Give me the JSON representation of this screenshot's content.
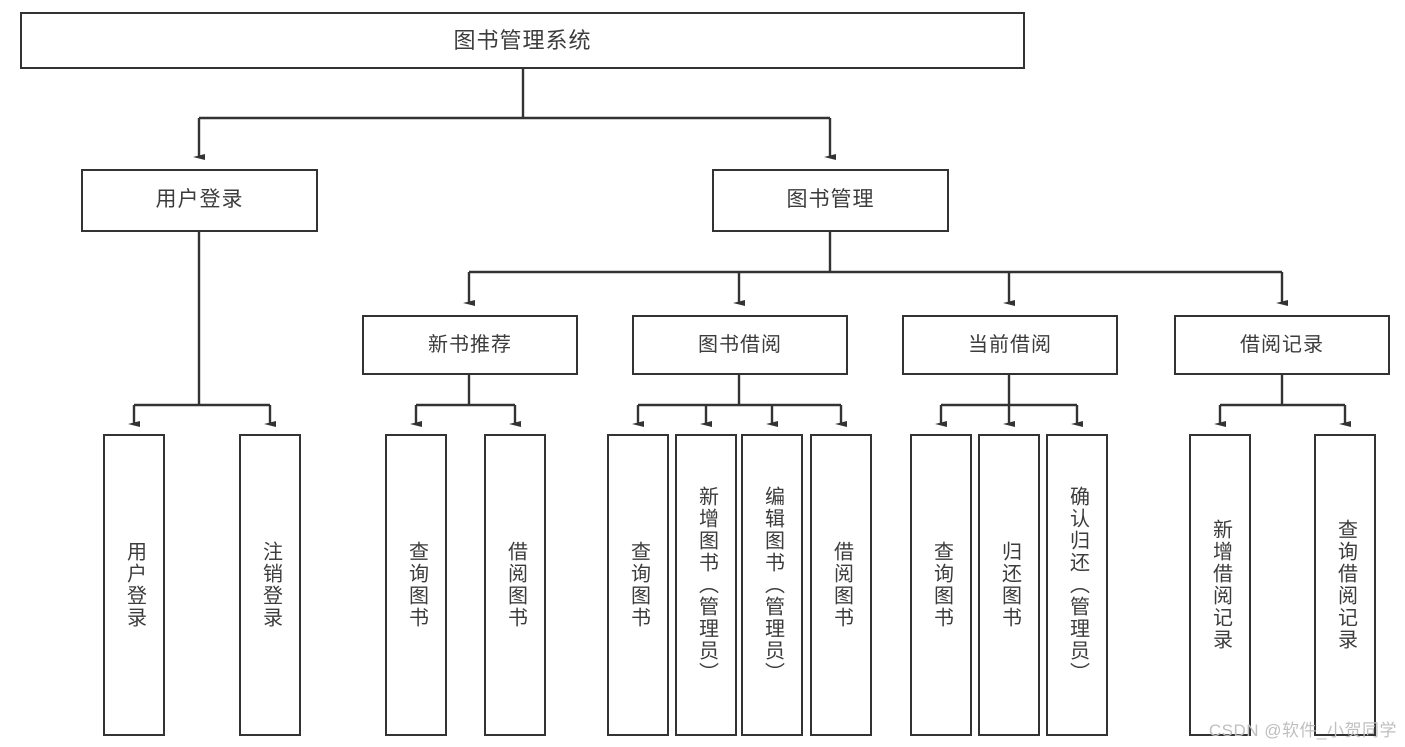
{
  "diagram": {
    "title": "图书管理系统",
    "type": "tree",
    "watermark": "CSDN @软件_小贺同学",
    "colors": {
      "background": "#ffffff",
      "box_border": "#333333",
      "box_fill": "#ffffff",
      "text": "#3c3c3c",
      "connector": "#333333",
      "watermark": "#bfbfbf"
    },
    "nodes": {
      "root": {
        "label": "图书管理系统"
      },
      "level2": [
        {
          "label": "用户登录"
        },
        {
          "label": "图书管理"
        }
      ],
      "level3": [
        {
          "label": "新书推荐"
        },
        {
          "label": "图书借阅"
        },
        {
          "label": "当前借阅"
        },
        {
          "label": "借阅记录"
        }
      ],
      "leaves": {
        "user_login": [
          {
            "label": "用户登录"
          },
          {
            "label": "注销登录"
          }
        ],
        "new_book_recommend": [
          {
            "label": "查询图书"
          },
          {
            "label": "借阅图书"
          }
        ],
        "book_borrow": [
          {
            "label": "查询图书"
          },
          {
            "label": "新增图书（管理员）"
          },
          {
            "label": "编辑图书（管理员）"
          },
          {
            "label": "借阅图书"
          }
        ],
        "current_borrow": [
          {
            "label": "查询图书"
          },
          {
            "label": "归还图书"
          },
          {
            "label": "确认归还（管理员）"
          }
        ],
        "borrow_record": [
          {
            "label": "新增借阅记录"
          },
          {
            "label": "查询借阅记录"
          }
        ]
      }
    }
  }
}
